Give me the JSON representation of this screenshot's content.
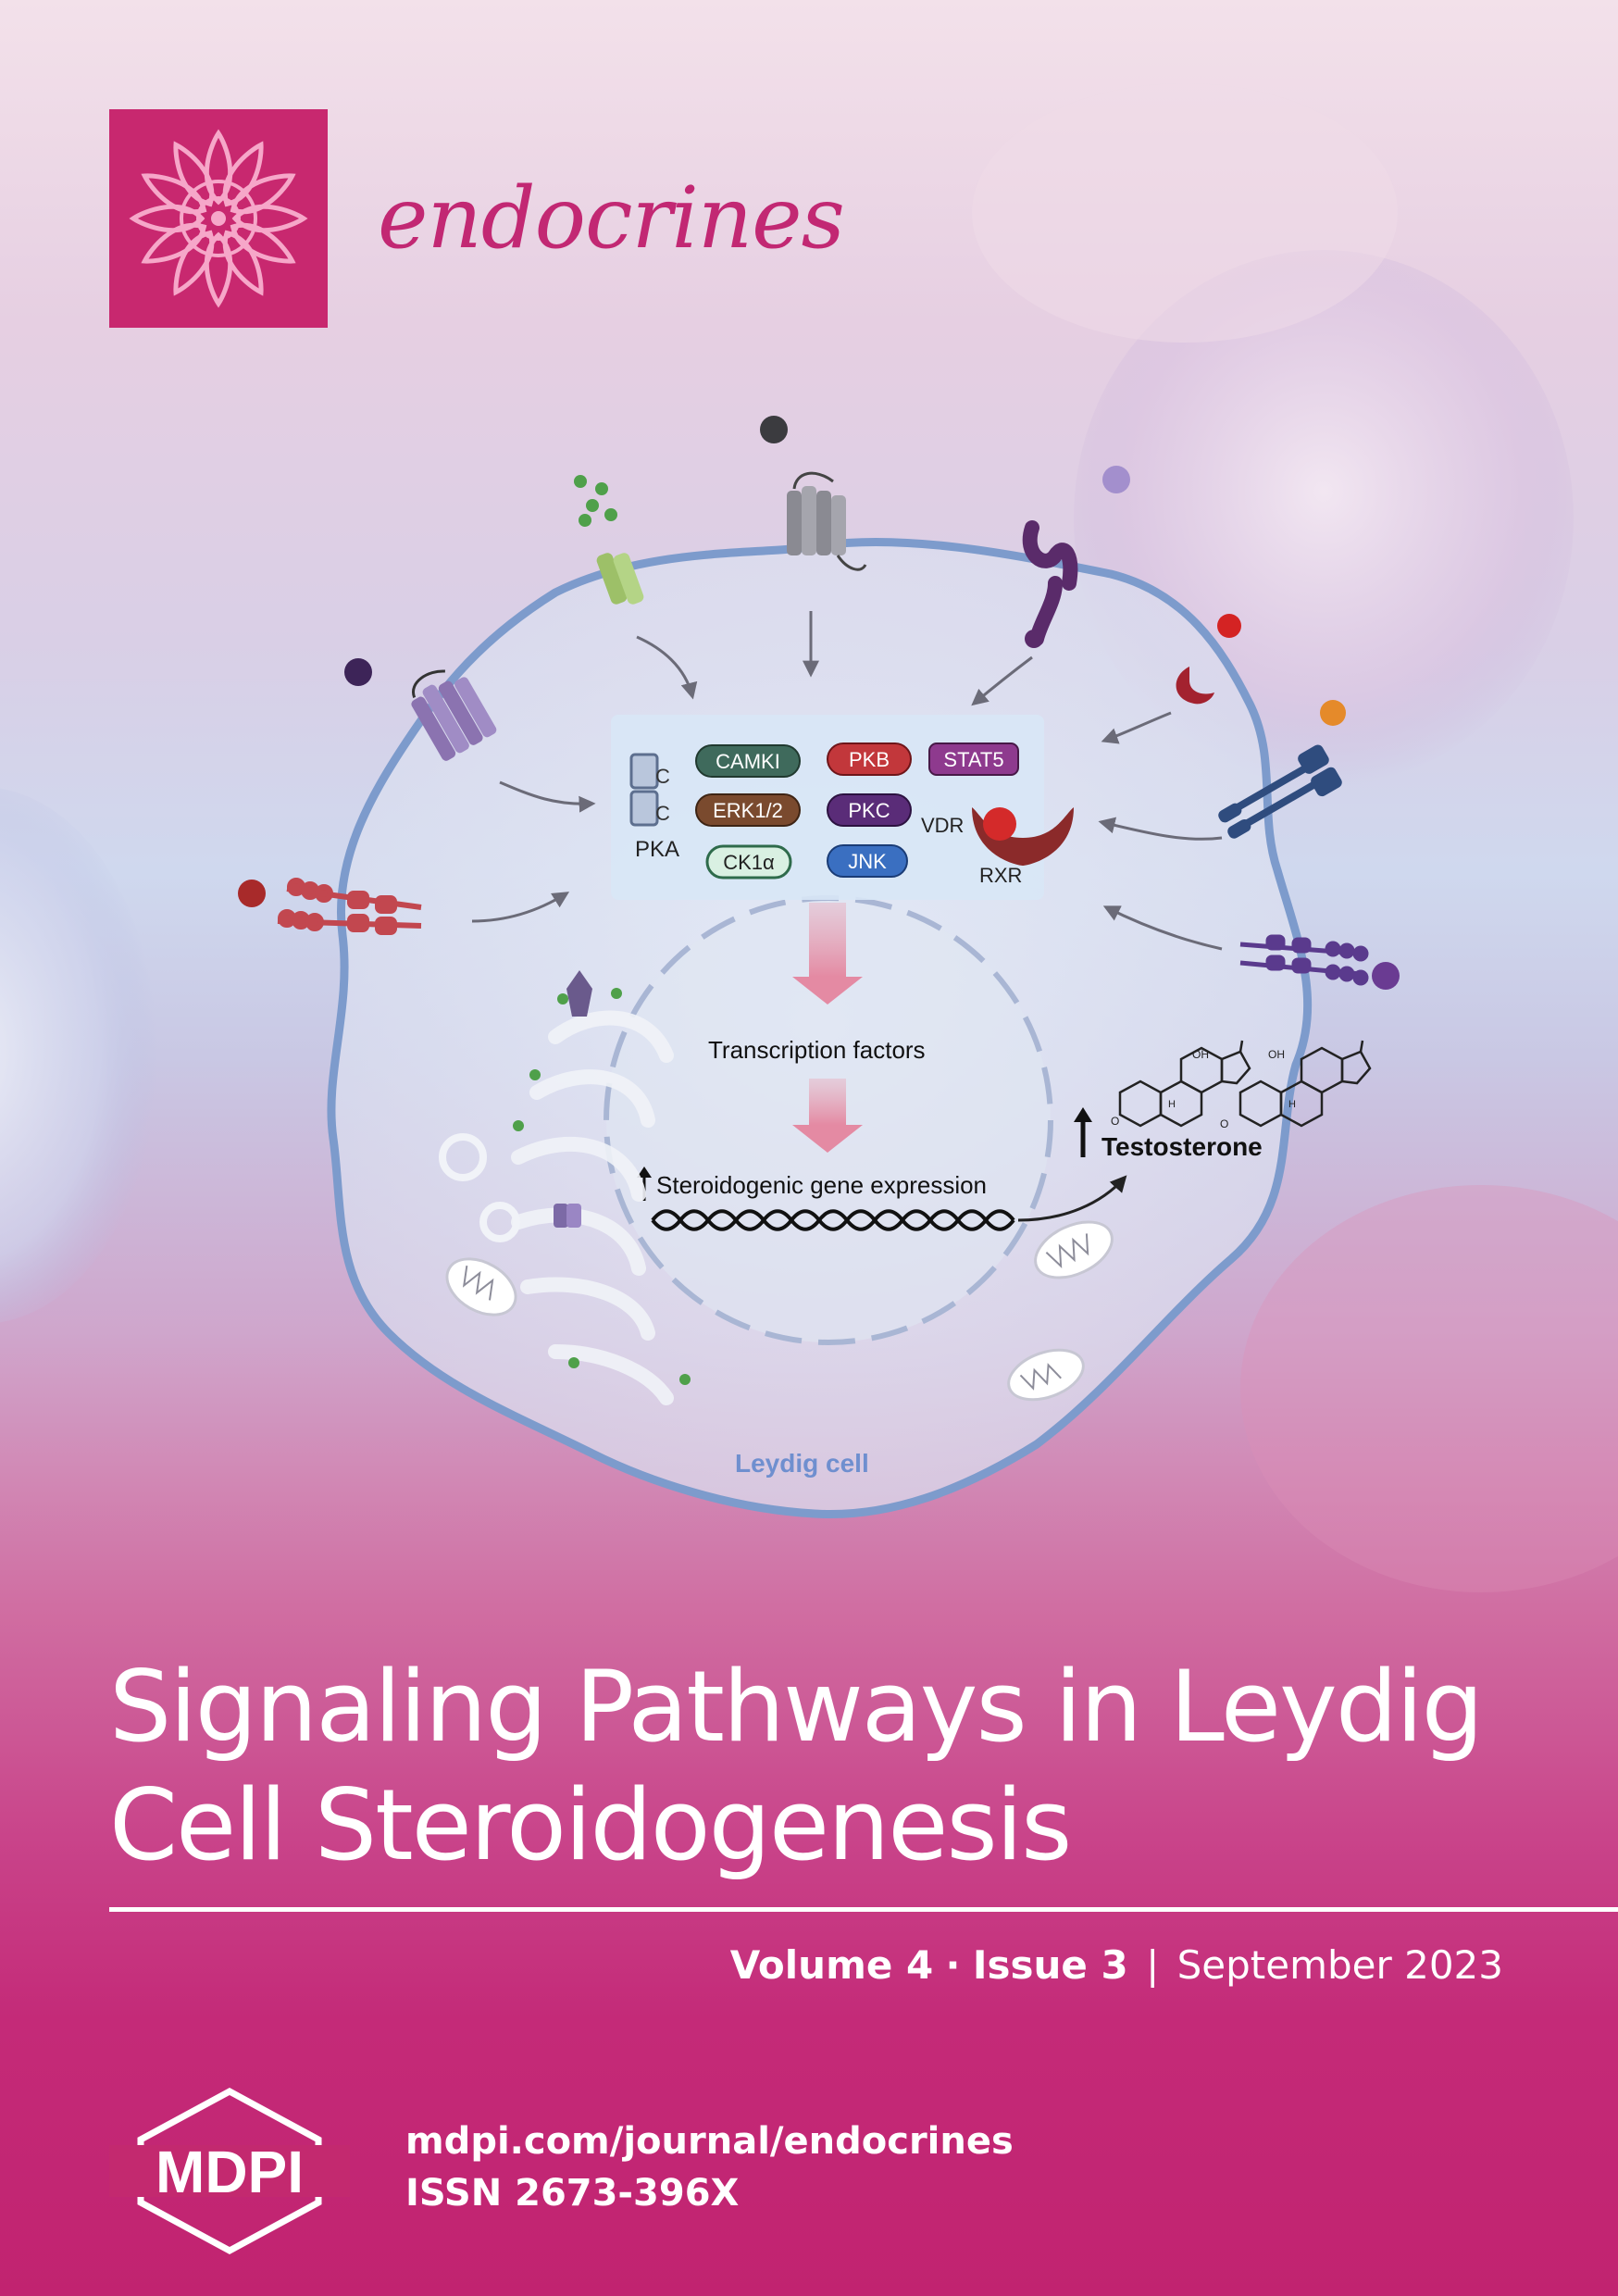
{
  "journal": {
    "name": "endocrines",
    "brand_color": "#c8286f"
  },
  "diagram": {
    "kinases": {
      "camki": "CAMKI",
      "pkb": "PKB",
      "stat5": "STAT5",
      "erk": "ERK1/2",
      "pkc": "PKC",
      "ck1a": "CK1α",
      "jnk": "JNK"
    },
    "pka_label": "PKA",
    "pka_c": "C",
    "vdr_label": "VDR",
    "rxr_label": "RXR",
    "transcription_factors": "Transcription factors",
    "gene_expression": "Steroidogenic gene expression",
    "testosterone": "Testosterone",
    "oh": "OH",
    "ketone_o": "O",
    "h": "H",
    "cell_label": "Leydig cell"
  },
  "article": {
    "title_line1": "Signaling Pathways in Leydig",
    "title_line2": "Cell Steroidogenesis"
  },
  "issue": {
    "volume": "Volume 4",
    "dot": "·",
    "issue": "Issue 3",
    "separator": "|",
    "date": "September 2023"
  },
  "publisher": {
    "logo_text": "MDPI",
    "url": "mdpi.com/journal/endocrines",
    "issn": "ISSN 2673-396X"
  }
}
